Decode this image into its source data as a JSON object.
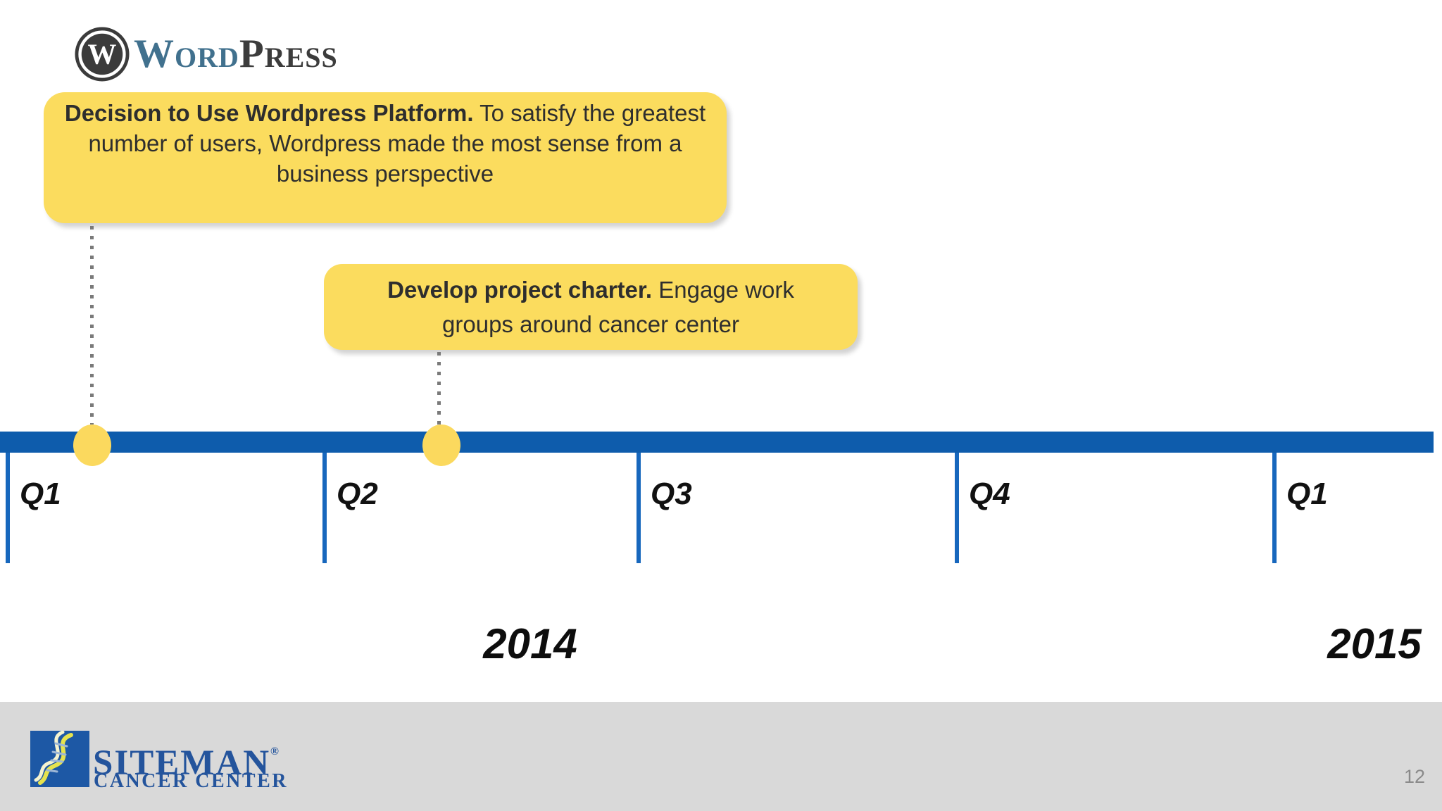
{
  "slide": {
    "page_number": "12"
  },
  "wordpress_logo": {
    "monogram": "W",
    "word": "Word",
    "press": "Press"
  },
  "callouts": [
    {
      "bold": "Decision to Use Wordpress Platform.",
      "rest": "To satisfy the greatest number of users,  Wordpress made the most sense from a business perspective"
    },
    {
      "bold": "Develop project charter.",
      "rest": "Engage work groups around cancer center"
    }
  ],
  "timeline": {
    "quarters": [
      "Q1",
      "Q2",
      "Q3",
      "Q4",
      "Q1"
    ],
    "years": [
      "2014",
      "2015"
    ],
    "events": [
      {
        "label": "Decision to Use Wordpress Platform",
        "marker_quarter": "Q1 2014"
      },
      {
        "label": "Develop project charter",
        "marker_quarter": "Q2 2014"
      }
    ]
  },
  "siteman_logo": {
    "name": "SITEMAN",
    "registered": "®",
    "subtitle": "CANCER CENTER"
  },
  "colors": {
    "timeline_blue": "#0e5cac",
    "tick_blue": "#1767bd",
    "callout_yellow": "#fbdc5e",
    "marker_yellow": "#fbd95e",
    "footer_gray": "#d9d9d9",
    "siteman_blue": "#24549c",
    "wordpress_word_blue": "#41718e",
    "wordpress_dark": "#3c3c3c",
    "page_number_gray": "#8a8a8a",
    "connector_gray": "#7a7a7a"
  }
}
